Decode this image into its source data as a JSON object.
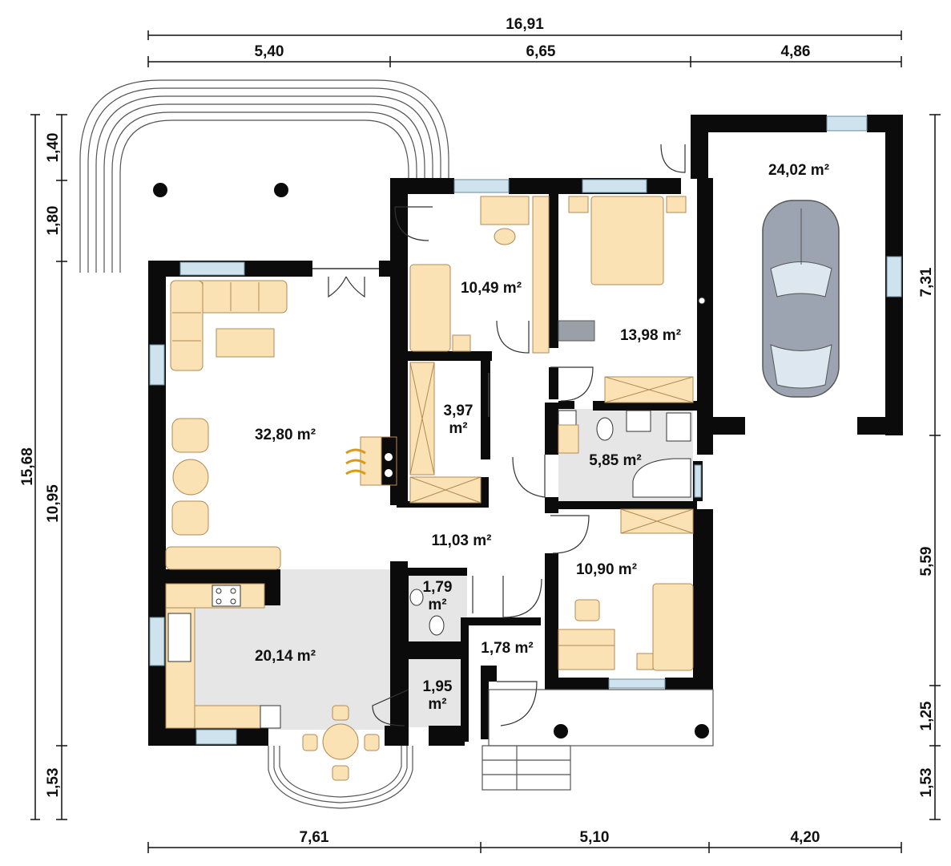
{
  "dimensions": {
    "top_total": "16,91",
    "top_segments": [
      "5,40",
      "6,65",
      "4,86"
    ],
    "bottom_segments": [
      "7,61",
      "5,10",
      "4,20"
    ],
    "left_total": "15,68",
    "left_segments": [
      "1,40",
      "1,80",
      "10,95",
      "1,53"
    ],
    "right_segments": [
      "7,31",
      "5,59",
      "1,25",
      "1,53"
    ]
  },
  "rooms": {
    "living": "32,80 m²",
    "office": "10,49 m²",
    "bedroom": "13,98 m²",
    "garage": "24,02 m²",
    "wardrobe_num": "3,97",
    "wardrobe_unit": "m²",
    "bathroom": "5,85 m²",
    "hall": "11,03 m²",
    "bedroom2": "10,90 m²",
    "wc_num": "1,79",
    "wc_unit": "m²",
    "kitchen": "20,14 m²",
    "vestibule": "1,78 m²",
    "pantry_num": "1,95",
    "pantry_unit": "m²"
  },
  "colors": {
    "wall": "#0b0b0b",
    "furniture": "#fbe2b4",
    "furniture_stroke": "#b08a55",
    "tile_floor": "#e6e6e6",
    "window": "#cfe3ee",
    "car": "#9ba4b0"
  }
}
